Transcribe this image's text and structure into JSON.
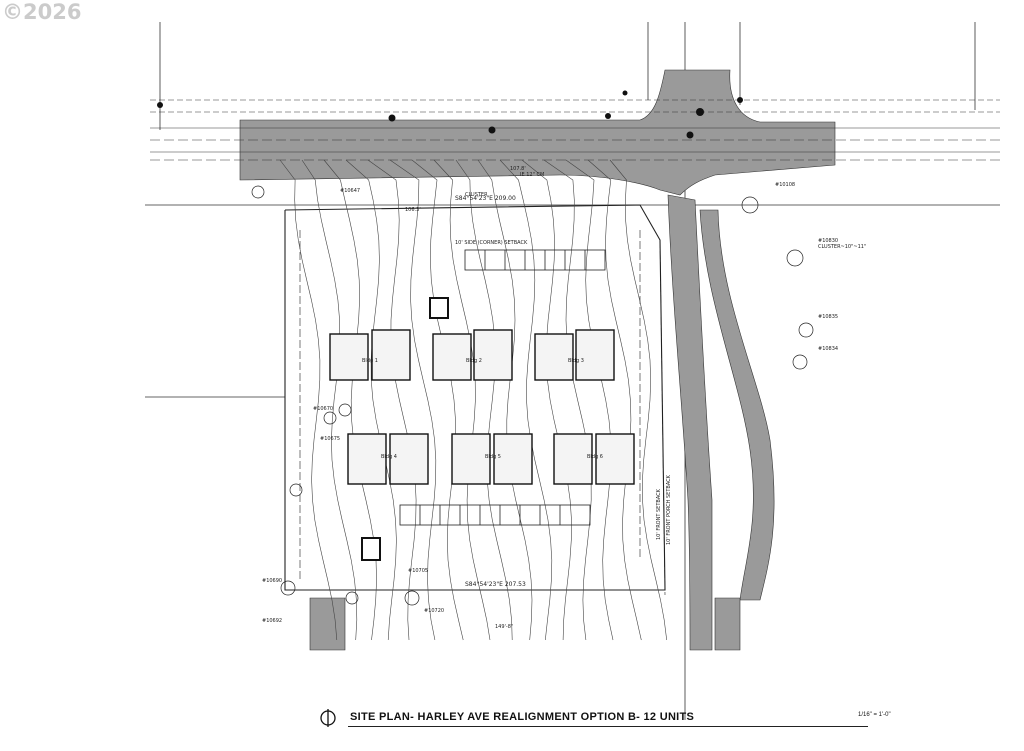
{
  "watermark": "©2026",
  "title": "SITE PLAN- HARLEY AVE REALIGNMENT OPTION B- 12 UNITS",
  "scale": "1/16\" = 1'-0\"",
  "annotations": {
    "side_setback": "10' SIDE (CORNER) SETBACK",
    "front_setback": "10' FRONT SETBACK",
    "porch_setback": "10' FRONT PORCH SETBACK",
    "cluster_1": "CLUSTER",
    "cluster_2": "CLUSTER~10\"~11\"",
    "tree_1": "#10830",
    "tree_2": "#10835",
    "tree_3": "#10834",
    "tree_4": "#10690",
    "tree_5": "#10692",
    "tree_6": "#10705",
    "tree_7": "#10720",
    "tree_8": "#10670",
    "tree_9": "#10675",
    "tree_10": "#10647",
    "tree_11": "#10108",
    "bearing_top": "S84°54'23\"E 209.00",
    "bearing_bottom": "S84°54'23\"E 207.53",
    "dim_top": "107.8'",
    "dim_mid": "106.3'",
    "dim_bottom": "149'-8\"",
    "curb_note": "IE 12\" CM"
  },
  "buildings": [
    {
      "label": "Bldg 1"
    },
    {
      "label": "Bldg 2"
    },
    {
      "label": "Bldg 3"
    },
    {
      "label": "Bldg 4"
    },
    {
      "label": "Bldg 5"
    },
    {
      "label": "Bldg 6"
    }
  ],
  "colors": {
    "road": "#9a9a9a",
    "line": "#222222",
    "contour": "#444444"
  }
}
